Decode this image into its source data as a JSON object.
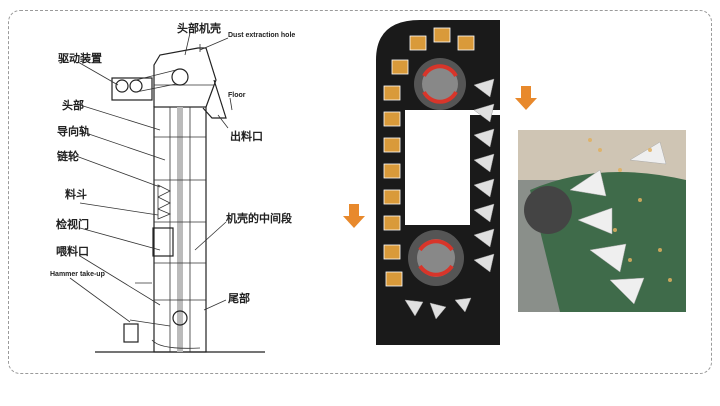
{
  "labels": {
    "head_casing": "头部机壳",
    "dust_hole": "Dust extraction hole",
    "drive_unit": "驱动装置",
    "head": "头部",
    "floor": "Floor",
    "discharge": "出料口",
    "guide_rail": "导向轨",
    "sprocket": "链轮",
    "bucket": "料斗",
    "inspection_door": "检视门",
    "middle_casing": "机壳的中间段",
    "feed_inlet": "喂料口",
    "hammer_takeup": "Hammer take-up",
    "tail": "尾部"
  },
  "colors": {
    "track": "#1a1a1a",
    "wheel_red": "#d8352a",
    "arrow_orange": "#e8892c",
    "grain": "#d99a3a",
    "photo_green": "#3f6b4a"
  }
}
